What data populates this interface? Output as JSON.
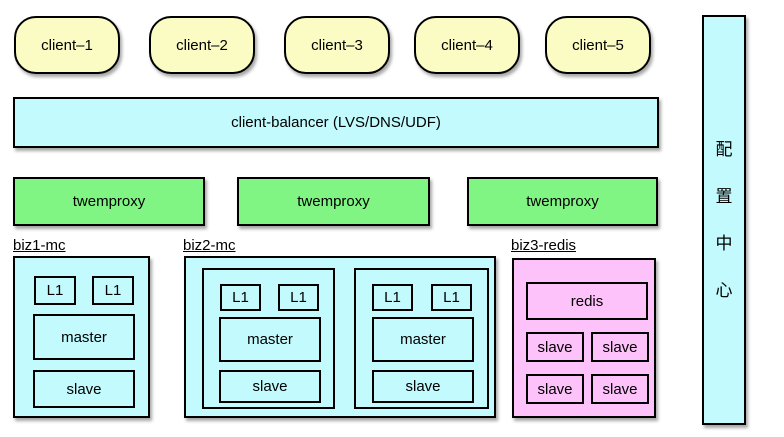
{
  "clients": [
    {
      "label": "client–1"
    },
    {
      "label": "client–2"
    },
    {
      "label": "client–3"
    },
    {
      "label": "client–4"
    },
    {
      "label": "client–5"
    }
  ],
  "balancer": {
    "label": "client-balancer (LVS/DNS/UDF)"
  },
  "proxies": [
    {
      "label": "twemproxy"
    },
    {
      "label": "twemproxy"
    },
    {
      "label": "twemproxy"
    }
  ],
  "clusters": {
    "biz1": {
      "title": "biz1-mc",
      "l1a": "L1",
      "l1b": "L1",
      "master": "master",
      "slave": "slave"
    },
    "biz2": {
      "title": "biz2-mc",
      "shards": [
        {
          "l1a": "L1",
          "l1b": "L1",
          "master": "master",
          "slave": "slave"
        },
        {
          "l1a": "L1",
          "l1b": "L1",
          "master": "master",
          "slave": "slave"
        }
      ]
    },
    "biz3": {
      "title": "biz3-redis",
      "redis": "redis",
      "slaves": [
        "slave",
        "slave",
        "slave",
        "slave"
      ]
    }
  },
  "config_center": {
    "label": "配置中心",
    "chars": [
      "配",
      "置",
      "中",
      "心"
    ]
  },
  "colors": {
    "client_fill": "#FBFBC4",
    "cyan_fill": "#C2FAFD",
    "proxy_fill": "#80F583",
    "redis_fill": "#FDC2F9",
    "border": "#000000"
  }
}
